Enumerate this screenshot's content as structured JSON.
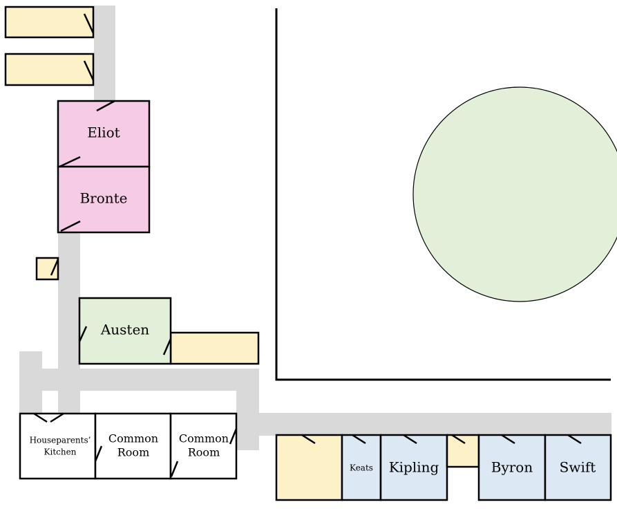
{
  "colors": {
    "pink": "#f6cbe5",
    "green": "#e2efd9",
    "yellow": "#fdf1c8",
    "blue": "#dce9f5",
    "path": "#d9d9d9",
    "lawn": "#e2efd9"
  },
  "rooms": {
    "eliot": "Eliot",
    "bronte": "Bronte",
    "austen": "Austen",
    "houseparents_kitchen_1": "Houseparents’",
    "houseparents_kitchen_2": "Kitchen",
    "common_room_a_1": "Common",
    "common_room_a_2": "Room",
    "common_room_b_1": "Common",
    "common_room_b_2": "Room",
    "keats": "Keats",
    "kipling": "Kipling",
    "byron": "Byron",
    "swift": "Swift"
  }
}
